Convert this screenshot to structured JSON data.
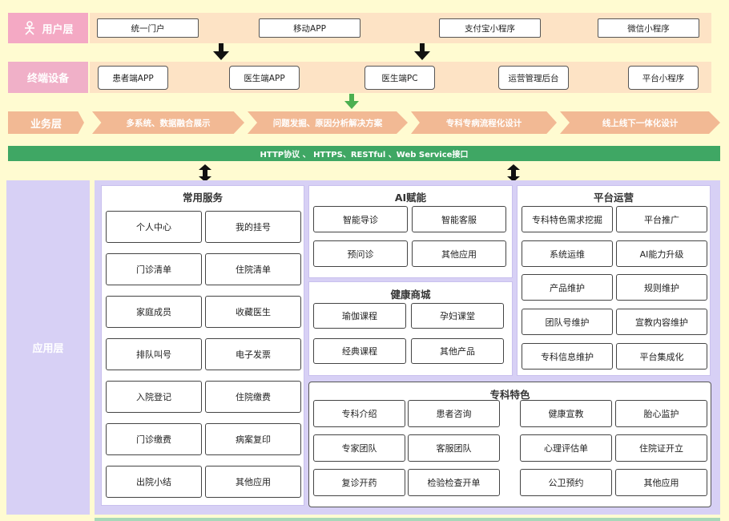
{
  "layers": {
    "user": "用户层",
    "terminal": "终端设备",
    "business": "业务层",
    "application": "应用层"
  },
  "user_items": [
    "统一门户",
    "移动APP",
    "支付宝小程序",
    "微信小程序"
  ],
  "terminal_items": [
    "患者端APP",
    "医生端APP",
    "医生端PC",
    "运营管理后台",
    "平台小程序"
  ],
  "business_items": [
    "多系统、数据融合展示",
    "问题发掘、原因分析解决方案",
    "专科专病流程化设计",
    "线上线下一体化设计"
  ],
  "protocol_bar": "HTTP协议 、 HTTPS、RESTful 、Web Service接口",
  "panels": {
    "common": {
      "title": "常用服务",
      "items": [
        "个人中心",
        "我的挂号",
        "门诊清单",
        "住院清单",
        "家庭成员",
        "收藏医生",
        "排队叫号",
        "电子发票",
        "入院登记",
        "住院缴费",
        "门诊缴费",
        "病案复印",
        "出院小结",
        "其他应用"
      ]
    },
    "ai": {
      "title": "AI赋能",
      "items": [
        "智能导诊",
        "智能客服",
        "预问诊",
        "其他应用"
      ]
    },
    "mall": {
      "title": "健康商城",
      "items": [
        "瑜伽课程",
        "孕妇课堂",
        "经典课程",
        "其他产品"
      ]
    },
    "ops": {
      "title": "平台运营",
      "items": [
        "专科特色需求挖掘",
        "平台推广",
        "系统运维",
        "AI能力升级",
        "产品维护",
        "规则维护",
        "团队号维护",
        "宣教内容维护",
        "专科信息维护",
        "平台集成化"
      ]
    },
    "special": {
      "title": "专科特色",
      "items": [
        "专科介绍",
        "患者咨询",
        "健康宣教",
        "胎心监护",
        "专家团队",
        "客服团队",
        "心理评估单",
        "住院证开立",
        "复诊开药",
        "检验检查开单",
        "公卫预约",
        "其他应用"
      ]
    }
  },
  "colors": {
    "user_label": "#f4a9c4",
    "terminal_label": "#f0b0c8",
    "business_label": "#f2b994",
    "app_label": "#d7d0f5",
    "protocol": "#3fa764",
    "arrow_green": "#4caf50"
  },
  "icons": {
    "user": "person-icon"
  }
}
